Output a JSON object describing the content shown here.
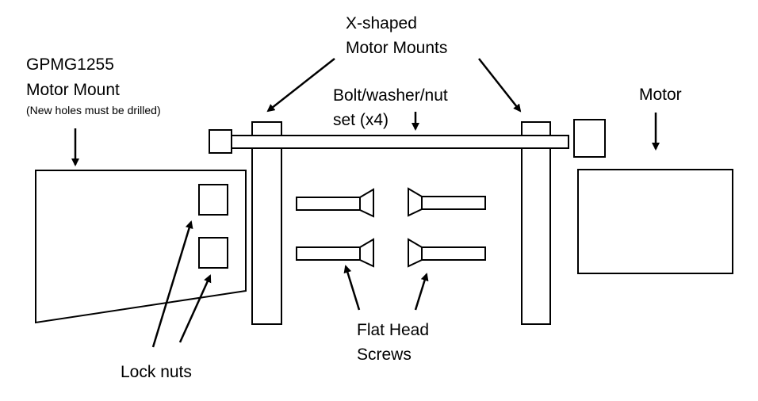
{
  "labels": {
    "motor_mount_title_1": "GPMG1255",
    "motor_mount_title_2": "Motor Mount",
    "motor_mount_note": "(New holes must be drilled)",
    "x_mounts_1": "X-shaped",
    "x_mounts_2": "Motor Mounts",
    "bolt_set_1": "Bolt/washer/nut",
    "bolt_set_2": "set (x4)",
    "motor": "Motor",
    "flat_head_1": "Flat Head",
    "flat_head_2": "Screws",
    "lock_nuts": "Lock nuts"
  },
  "colors": {
    "stroke": "#000000",
    "fill": "#ffffff"
  }
}
